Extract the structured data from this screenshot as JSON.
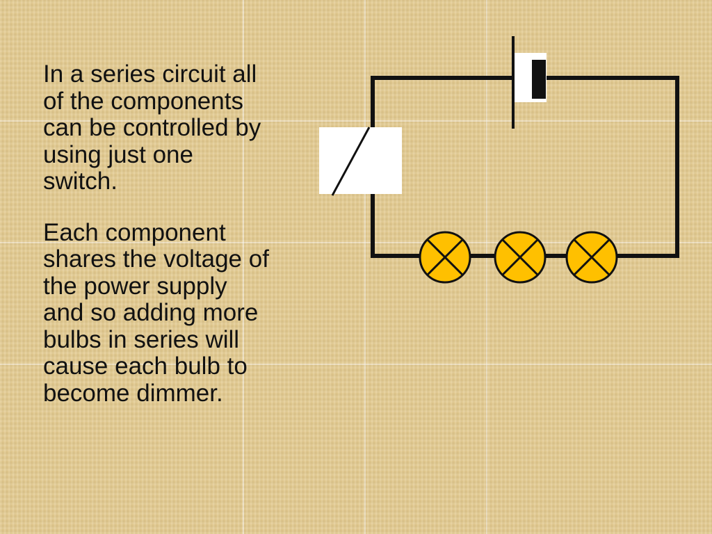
{
  "paragraphs": [
    "In a series circuit all\nof the components\ncan be controlled by\nusing just one\nswitch.",
    "Each component\nshares the voltage of\nthe power supply\nand so adding more\nbulbs in series will\ncause each bulb to\nbecome dimmer."
  ],
  "diagram": {
    "components": [
      {
        "type": "cell",
        "icon": "battery-cell-icon"
      },
      {
        "type": "switch",
        "state": "open",
        "icon": "switch-icon"
      },
      {
        "type": "bulb",
        "icon": "lamp-icon"
      },
      {
        "type": "bulb",
        "icon": "lamp-icon"
      },
      {
        "type": "bulb",
        "icon": "lamp-icon"
      }
    ],
    "colors": {
      "wire": "#111111",
      "bulb_fill": "#ffc000",
      "switch_box": "#ffffff",
      "background": "#e2c98e"
    }
  }
}
